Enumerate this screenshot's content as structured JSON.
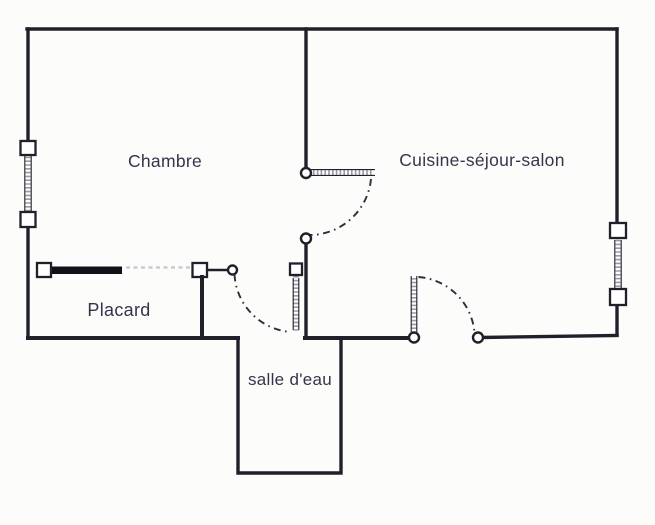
{
  "plan": {
    "rooms": {
      "chambre": {
        "label": "Chambre"
      },
      "cuisine": {
        "label": "Cuisine-séjour-salon"
      },
      "placard": {
        "label": "Placard"
      },
      "salle_deau": {
        "label": "salle d'eau"
      }
    }
  },
  "colors": {
    "background": "#fcfcfa",
    "wall": "#20202b",
    "text": "#34344c",
    "window_hatch": "#9b9ba6",
    "door_arc": "#2e2e3a",
    "placard_bar": "#101018",
    "placard_dotted": "#c6c6ce"
  }
}
